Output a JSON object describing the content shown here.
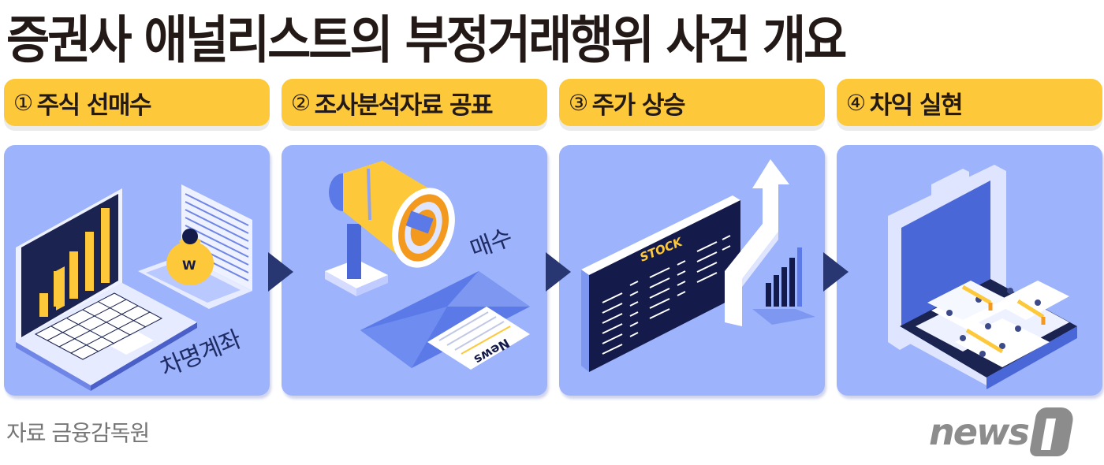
{
  "title": "증권사 애널리스트의 부정거래행위 사건 개요",
  "steps": [
    {
      "num": "①",
      "label": "주식 선매수",
      "illustration": "laptop-chart-moneybag",
      "caption": "차명계좌"
    },
    {
      "num": "②",
      "label": "조사분석자료 공표",
      "illustration": "megaphone-news-envelope",
      "caption": "매수",
      "news_text": "News"
    },
    {
      "num": "③",
      "label": "주가 상승",
      "illustration": "stock-board-rising-arrow",
      "board_text": "STOCK"
    },
    {
      "num": "④",
      "label": "차익 실현",
      "illustration": "briefcase-cash"
    }
  ],
  "footer": {
    "source": "자료 금융감독원",
    "logo_text": "news",
    "logo_digit": "1"
  },
  "colors": {
    "banner": "#fdc93a",
    "card": "#9db3fb",
    "arrow": "#283672",
    "navy": "#141a4a",
    "accent_orange": "#f39a1e"
  }
}
